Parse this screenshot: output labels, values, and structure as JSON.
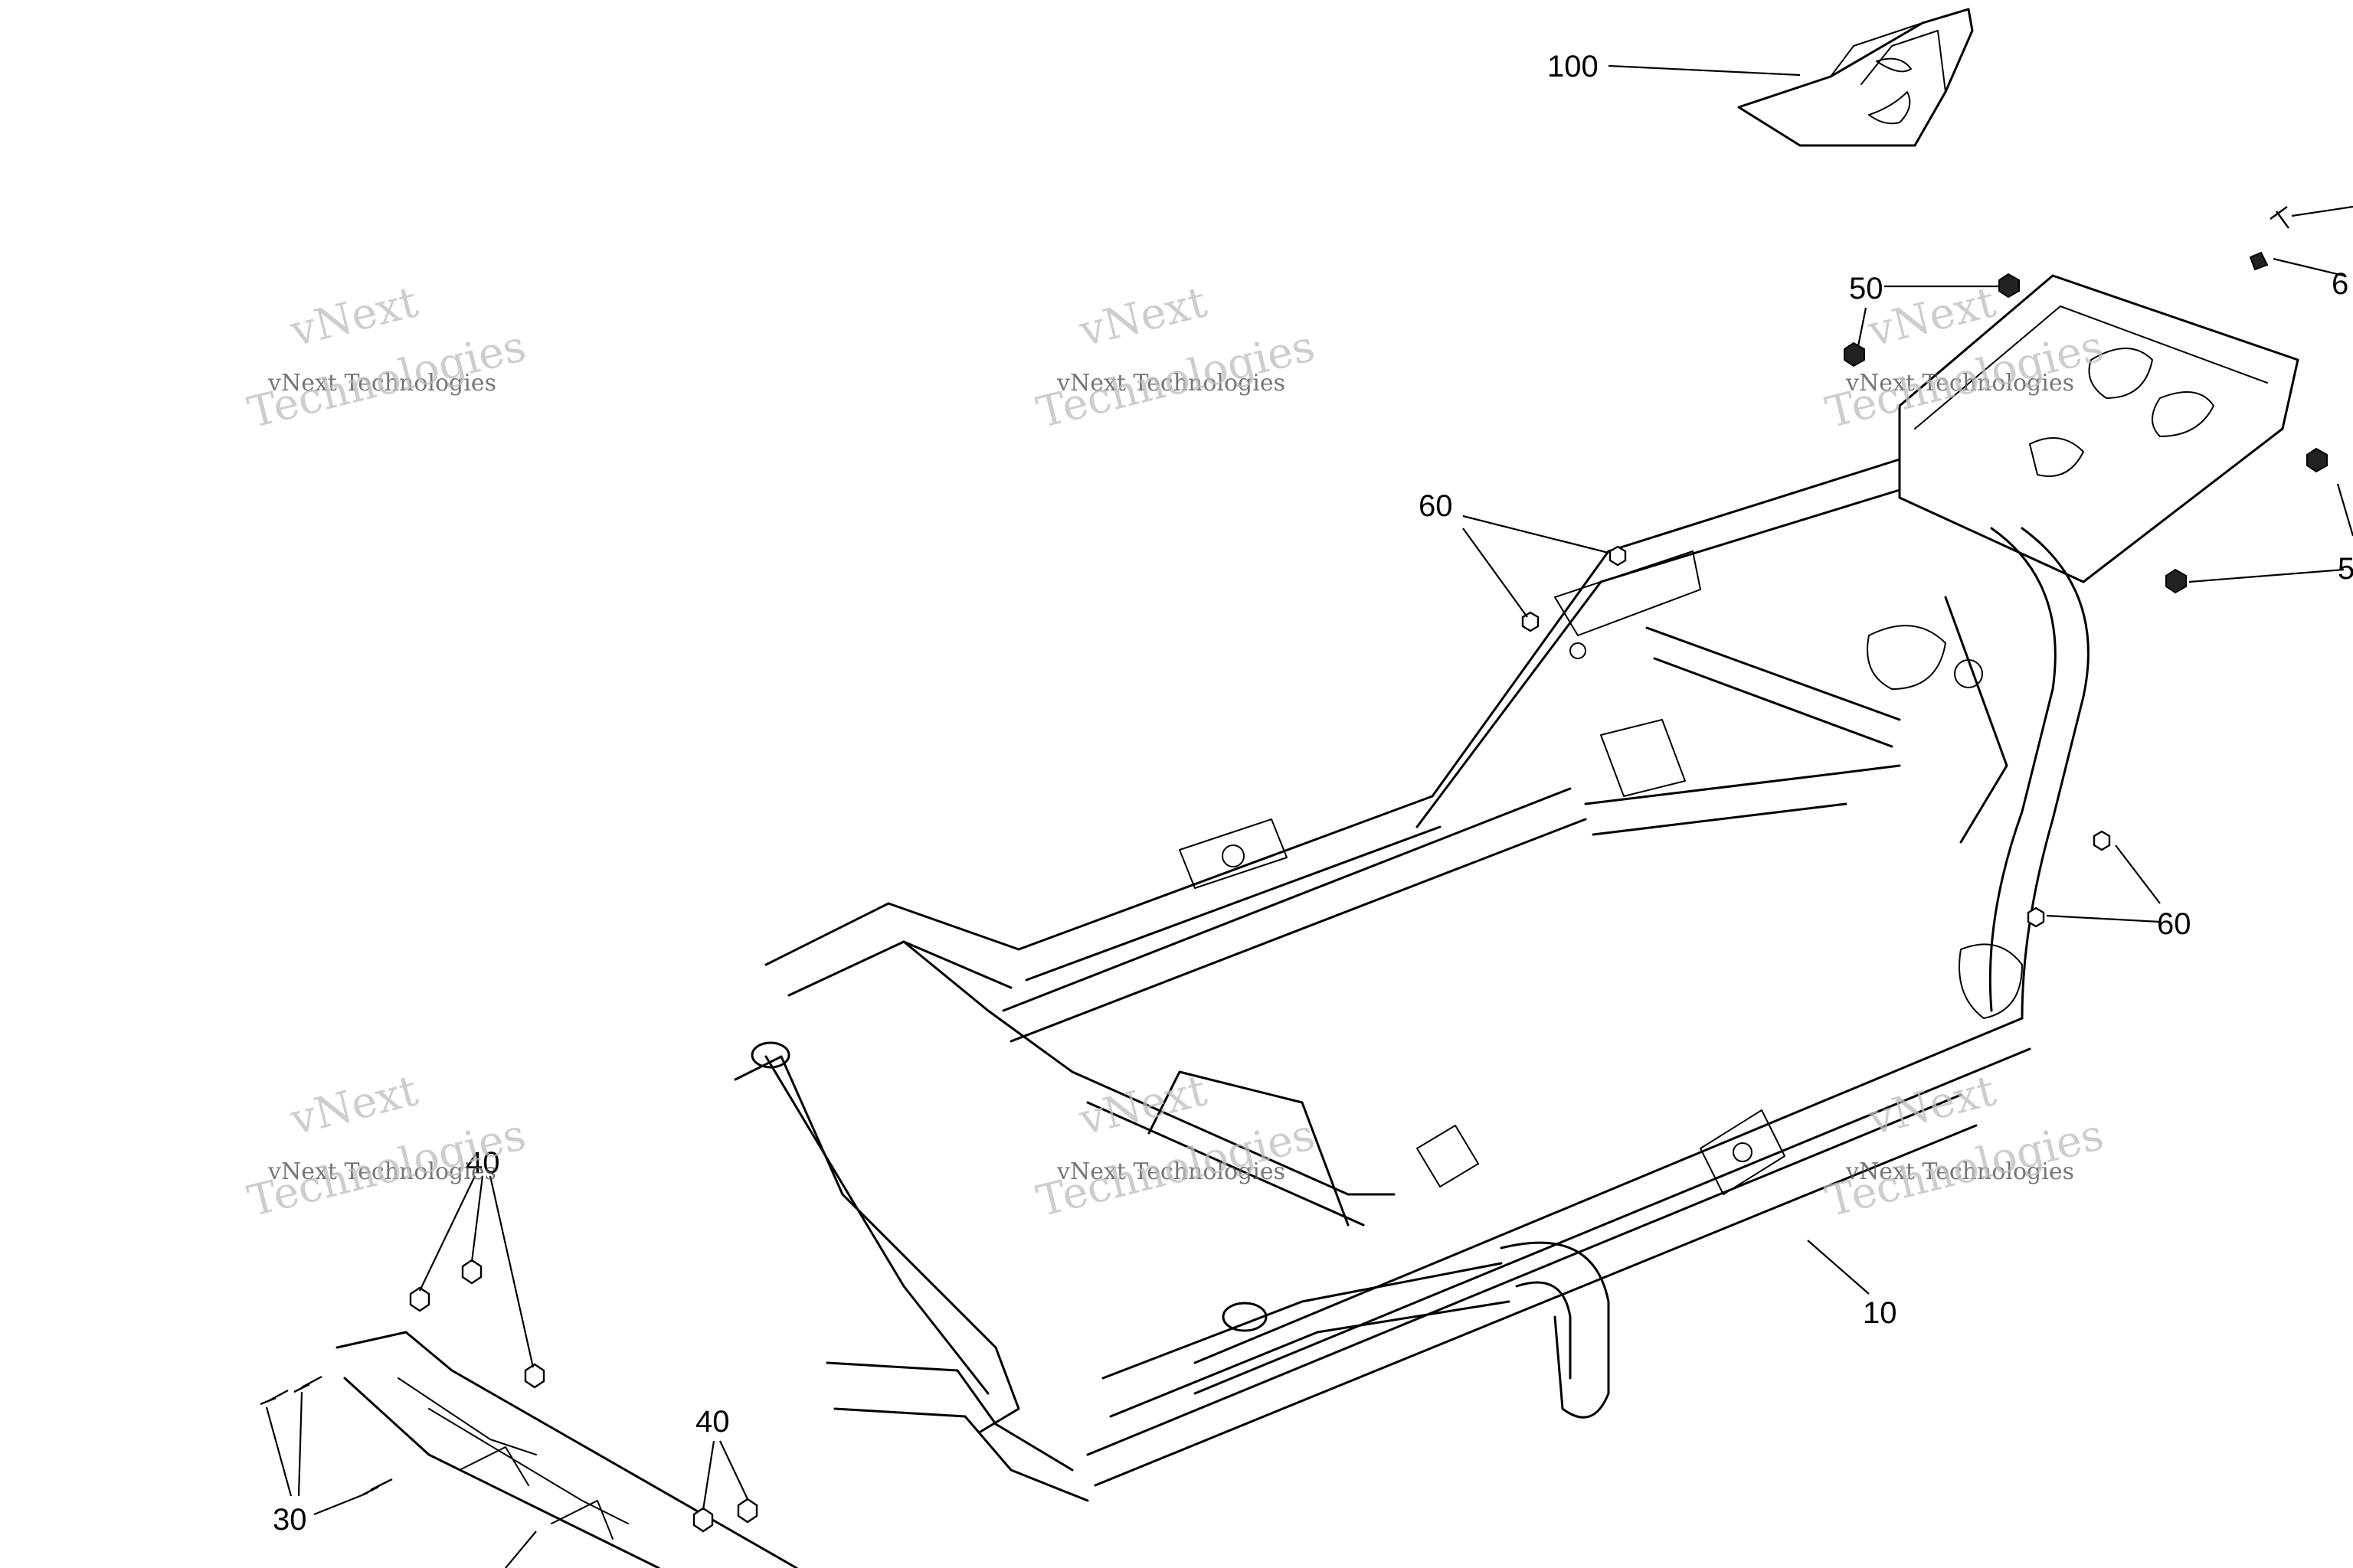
{
  "diagram": {
    "callouts": {
      "c10": "10",
      "c30": "30",
      "c40a": "40",
      "c40b": "40",
      "c50a": "50",
      "c50b": "5",
      "c60a": "60",
      "c60b": "60",
      "c60c": "6",
      "c100": "100"
    },
    "watermark": {
      "line1": "vNext",
      "line2": "vNext Technologies",
      "line3": "Technologies"
    }
  }
}
